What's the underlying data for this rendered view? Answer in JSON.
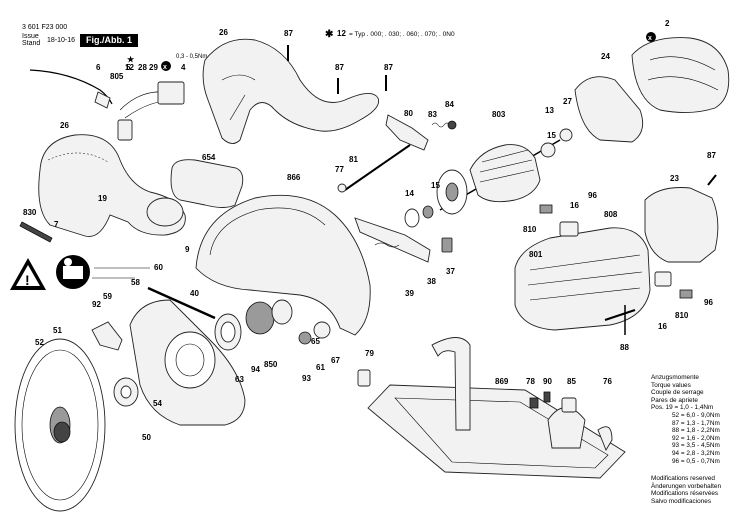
{
  "header": {
    "part_number": "3 601 F23 000",
    "issue_label": "Issue",
    "stand_label": "Stand",
    "date": "18-10-16",
    "fig_label": "Fig./Abb. 1",
    "type_note_marker": "✱",
    "type_note_number": "12",
    "type_note_text": "= Typ . 000; . 030; . 060; . 070; . 0N0"
  },
  "diagram": {
    "x_marker": "x",
    "star_marker": "★",
    "clearance_label": "0,3 - 0,5Nm",
    "labels": [
      "2",
      "4",
      "5",
      "6",
      "7",
      "9",
      "12",
      "13",
      "14",
      "15",
      "16",
      "19",
      "23",
      "24",
      "26",
      "27",
      "28",
      "29",
      "37",
      "38",
      "39",
      "40",
      "50",
      "51",
      "52",
      "54",
      "58",
      "59",
      "60",
      "61",
      "63",
      "65",
      "67",
      "76",
      "77",
      "78",
      "79",
      "80",
      "81",
      "83",
      "84",
      "85",
      "87",
      "88",
      "90",
      "92",
      "93",
      "94",
      "96",
      "654",
      "801",
      "803",
      "805",
      "808",
      "810",
      "830",
      "850",
      "866",
      "869"
    ]
  },
  "torque_table": {
    "title_lines": [
      "Anzugsmomente",
      "Torque values",
      "Couple de serrage",
      "Pares de apriete"
    ],
    "rows": [
      "Pos. 19 = 1,0 - 1,4Nm",
      "52 = 6,0 - 9,0Nm",
      "87 = 1,3 - 1,7Nm",
      "88 = 1,8 - 2,2Nm",
      "92 = 1,6 - 2,0Nm",
      "93 = 3,5 - 4,5Nm",
      "94 = 2,8 - 3,2Nm",
      "96 = 0,5 - 0,7Nm"
    ]
  },
  "modifications": {
    "lines": [
      "Modifications reserved",
      "Änderungen vorbehalten",
      "Modifications réservées",
      "Salvo modificaciones"
    ]
  },
  "icons": [
    "warning-icon",
    "read-manual-icon"
  ]
}
